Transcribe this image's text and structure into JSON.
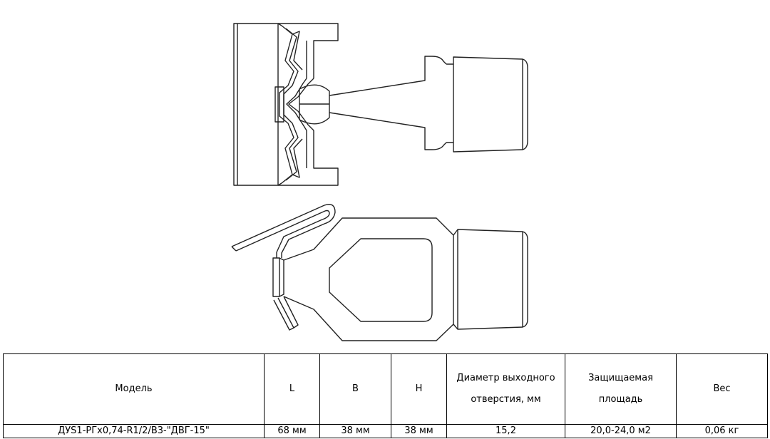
{
  "table": {
    "headers": {
      "model": "Модель",
      "l": "L",
      "b": "B",
      "h": "H",
      "diameter_line1": "Диаметр выходного",
      "diameter_line2": "отверстия, мм",
      "area_line1": "Защищаемая",
      "area_line2": "площадь",
      "weight": "Вес"
    },
    "rows": [
      {
        "model": "ДУЅ1-РГх0,74-R1/2/В3-\"ДВГ-15\"",
        "l": "68 мм",
        "b": "38 мм",
        "h": "38 мм",
        "diameter": "15,2",
        "area": "20,0-24,0 м2",
        "weight": "0,06 кг"
      }
    ]
  }
}
